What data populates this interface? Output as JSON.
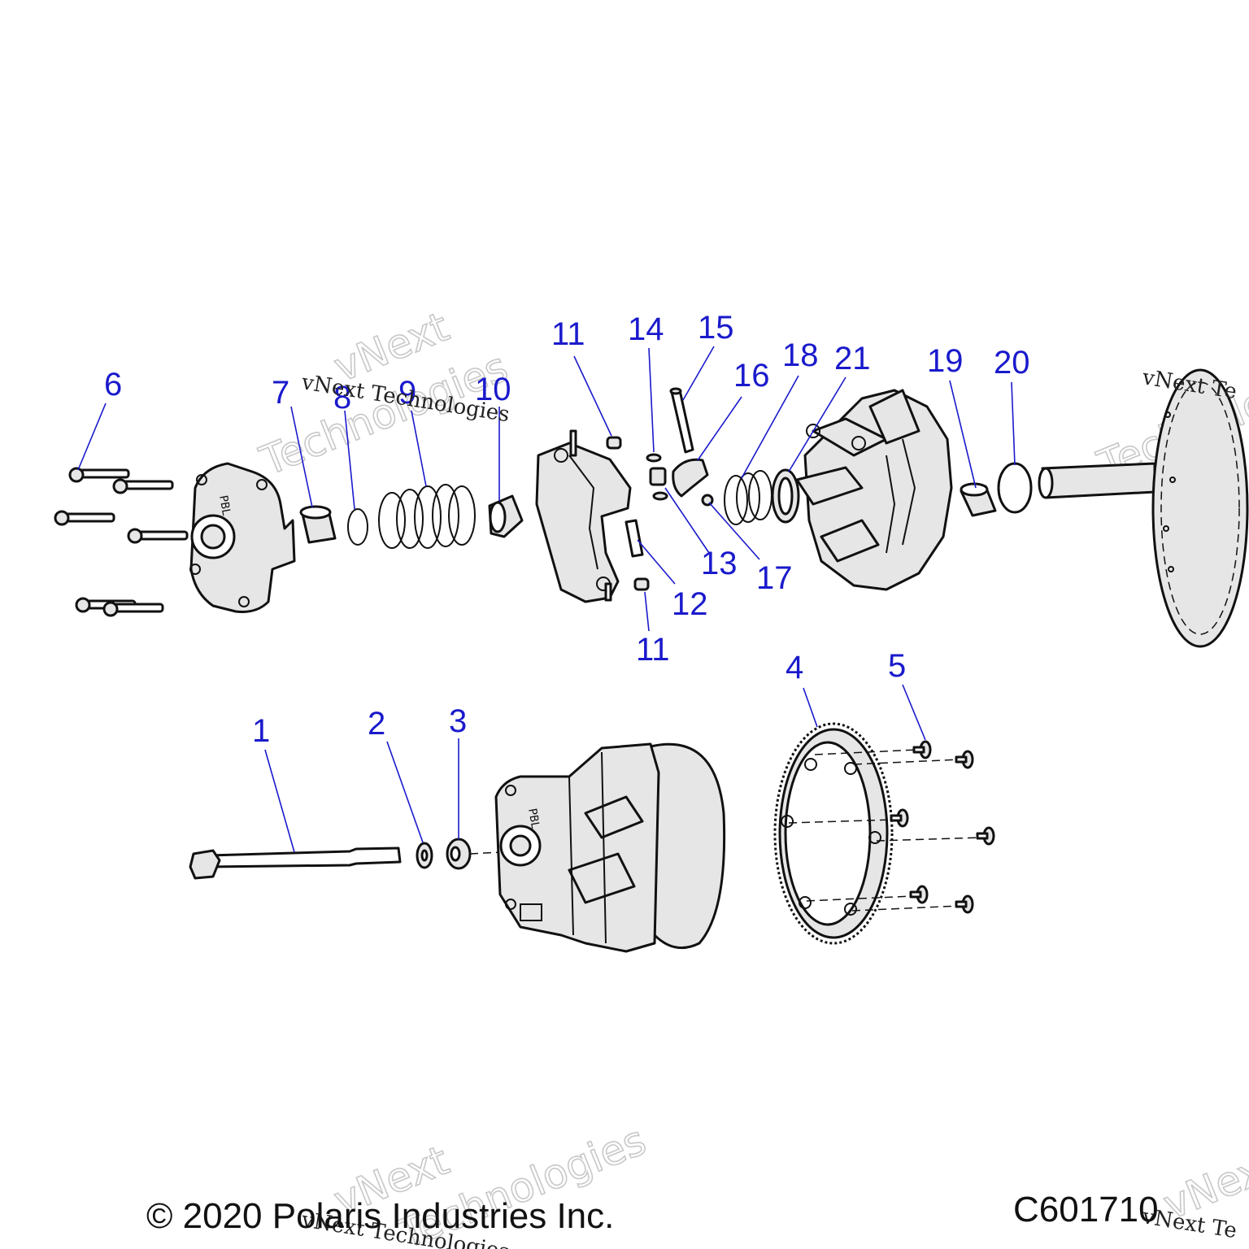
{
  "callouts": {
    "c1": "1",
    "c2": "2",
    "c3": "3",
    "c4": "4",
    "c5": "5",
    "c6": "6",
    "c7": "7",
    "c8": "8",
    "c9": "9",
    "c10": "10",
    "c11a": "11",
    "c11b": "11",
    "c12": "12",
    "c13": "13",
    "c14": "14",
    "c15": "15",
    "c16": "16",
    "c17": "17",
    "c18": "18",
    "c19": "19",
    "c20": "20",
    "c21": "21"
  },
  "watermark": {
    "line": "vNext Technologies",
    "big1": "vNext",
    "big2": "Technologies",
    "partial": "vNext Te"
  },
  "footer": {
    "copyright": "© 2020 Polaris Industries Inc.",
    "figure_id": "C601710"
  },
  "colors": {
    "callout": "#1a1acc",
    "line": "#111111",
    "fill": "#e6e6e6"
  }
}
